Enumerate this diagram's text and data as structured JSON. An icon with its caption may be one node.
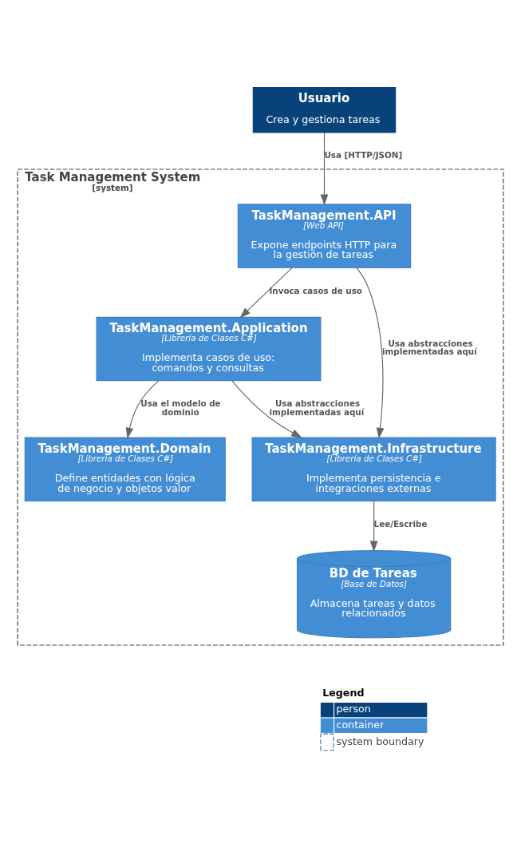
{
  "diagram": {
    "nodes": [
      {
        "text": [
          "Usuario",
          "Crea y gestiona tareas"
        ]
      },
      {
        "text": [
          "Task Management System",
          "[system]"
        ]
      },
      {
        "text": [
          "TaskManagement.API",
          "[Web API]",
          "Expone endpoints HTTP para la gestión de tareas"
        ],
        "in": 1
      },
      {
        "text": [
          "TaskManagement.Application",
          "[Librería de Clases C#]",
          "Implementa casos de uso: comandos y consultas"
        ],
        "in": 1
      },
      {
        "text": [
          "TaskManagement.Domain",
          "[Librería de Clases C#]",
          "Define entidades con lógica de negocio y objetos valor"
        ],
        "in": 1
      },
      {
        "text": [
          "TaskManagement.Infrastructure",
          "[Librería de Clases C#]",
          "Implementa persistencia e integraciones externas"
        ],
        "in": 1
      },
      {
        "text": [
          "BD de Tareas",
          "[Base de Datos]",
          "Almacena tareas y datos relacionados"
        ],
        "in": 1
      }
    ],
    "edges": [
      {
        "from": 0,
        "to": 2,
        "arrow": "to",
        "label": "Usa [HTTP/JSON]"
      },
      {
        "from": 2,
        "to": 3,
        "arrow": "to",
        "label": "Invoca casos de uso"
      },
      {
        "from": 2,
        "to": 5,
        "arrow": "to",
        "label": "Usa abstracciones implementadas aquí"
      },
      {
        "from": 3,
        "to": 4,
        "arrow": "to",
        "label": "Usa el modelo de dominio"
      },
      {
        "from": 3,
        "to": 5,
        "arrow": "to",
        "label": "Usa abstracciones implementadas aquí"
      },
      {
        "from": 5,
        "to": 6,
        "arrow": "to",
        "label": "Lee/Escribe"
      }
    ],
    "labels": [
      "Legend"
    ],
    "legend": [
      {
        "text": "person",
        "color": "#08427b"
      },
      {
        "text": "container",
        "color": "#438dd5"
      },
      {
        "text": "system boundary"
      }
    ]
  }
}
